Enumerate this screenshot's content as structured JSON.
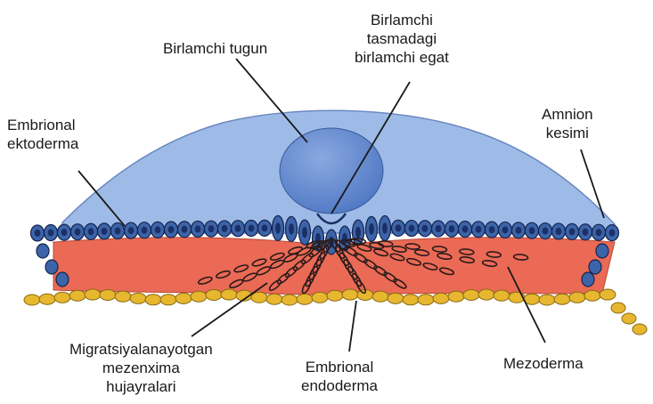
{
  "labels": {
    "primitive_node": [
      "Birlamchi tugun"
    ],
    "primitive_groove": [
      "Birlamchi",
      "tasmadagi",
      "birlamchi egat"
    ],
    "embryonic_ectoderm": [
      "Embrional",
      "ektoderma"
    ],
    "amnion_section": [
      "Amnion",
      "kesimi"
    ],
    "migrating_mesenchyme": [
      "Migratsiyalanayotgan",
      "mezenxima",
      "hujayralari"
    ],
    "embryonic_endoderm": [
      "Embrional",
      "endoderma"
    ],
    "mesoderm": [
      "Mezoderma"
    ]
  },
  "colors": {
    "amnion_cavity": "#9ebbe8",
    "ectoderm_cell": "#3c64a8",
    "ectoderm_nucleus": "#1c2f66",
    "mesoderm": "#ea6a55",
    "endoderm": "#e6b72f",
    "leader_line": "#1a1a1a"
  }
}
